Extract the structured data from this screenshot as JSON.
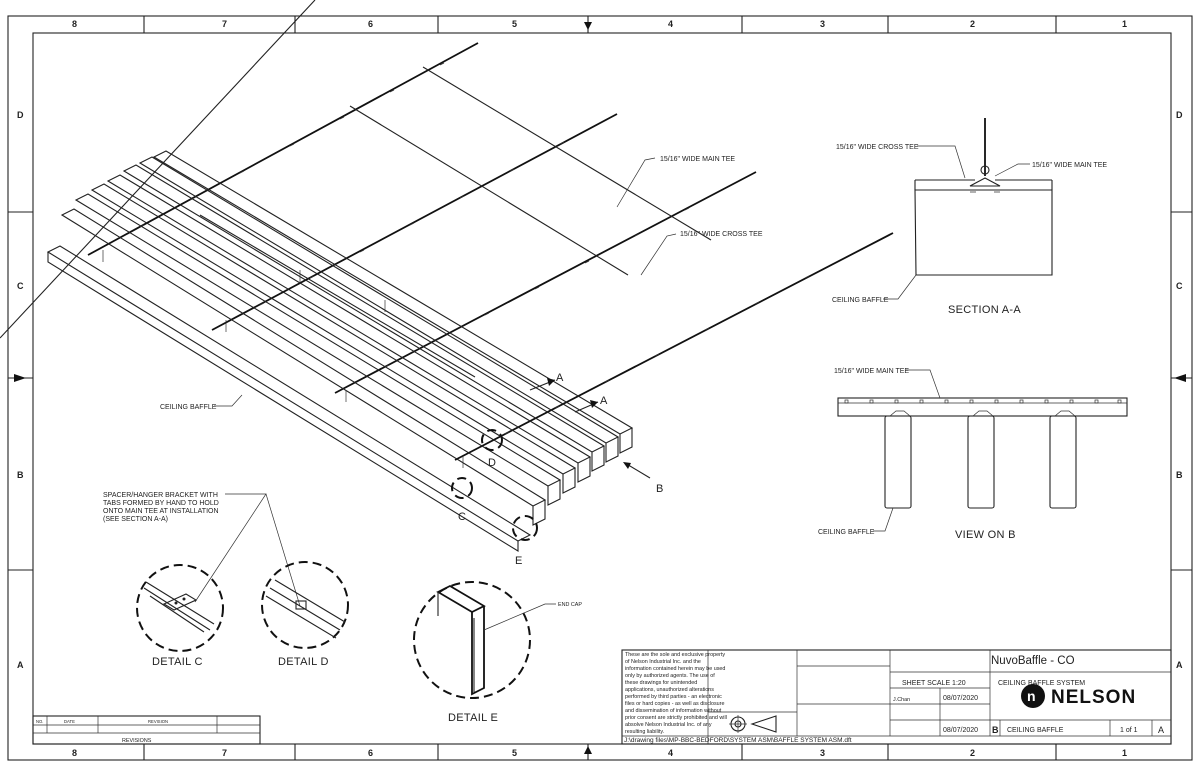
{
  "border": {
    "columns": [
      "8",
      "7",
      "6",
      "5",
      "4",
      "3",
      "2",
      "1"
    ],
    "rows": [
      "D",
      "C",
      "B",
      "A"
    ]
  },
  "labels": {
    "main_tee": "15/16\" WIDE MAIN TEE",
    "cross_tee": "15/16\" WIDE CROSS TEE",
    "ceiling_baffle": "CEILING BAFFLE",
    "section_cross_tee": "15/16\" WIDE CROSS TEE",
    "section_main_tee": "15/16\" WIDE MAIN TEE",
    "section_baffle": "CEILING BAFFLE",
    "section_title": "SECTION A-A",
    "view_main_tee": "15/16\" WIDE MAIN TEE",
    "view_baffle": "CEILING BAFFLE",
    "view_title": "VIEW ON B",
    "spacer_line1": "SPACER/HANGER BRACKET WITH",
    "spacer_line2": "TABS FORMED BY HAND TO HOLD",
    "spacer_line3": "ONTO MAIN TEE AT INSTALLATION",
    "spacer_line4": "(SEE SECTION A-A)",
    "end_cap": "END CAP",
    "marker_a1": "A",
    "marker_a2": "A",
    "marker_b": "B",
    "marker_c": "C",
    "marker_d": "D",
    "marker_e": "E",
    "detail_c": "DETAIL C",
    "detail_d": "DETAIL D",
    "detail_e": "DETAIL E"
  },
  "revisions": {
    "title": "REVISIONS",
    "col_no": "NO.",
    "col_date": "DATE",
    "col_revision": "REVISION"
  },
  "title_block": {
    "product": "NuvoBaffle - CO",
    "system": "CEILING BAFFLE SYSTEM",
    "sheet_scale": "SHEET SCALE  1:20",
    "drawn_by": "J.Chan",
    "drawn_date": "08/07/2020",
    "approved_date": "08/07/2020",
    "size": "B",
    "part": "CEILING BAFFLE",
    "sheet": "1 of 1",
    "revision": "A",
    "brand": "NELSON",
    "file_path": "J:\\drawing files\\MP-BBC-BEDFORD\\SYSTEM ASM\\BAFFLE SYSTEM ASM.dft",
    "disclaimer": [
      "These are the sole and exclusive property",
      "of Nelson Industrial Inc. and the",
      "information contained herein may be used",
      "only by authorized agents. The use of",
      "these drawings for unintended",
      "applications, unauthorized alterations",
      "performed by third parties - an electronic",
      "files or hard copies - as well as disclosure",
      "and dissemination of information without",
      "prior consent are strictly prohibited and will",
      "absolve Nelson Industrial Inc. of any",
      "resulting liability."
    ]
  }
}
